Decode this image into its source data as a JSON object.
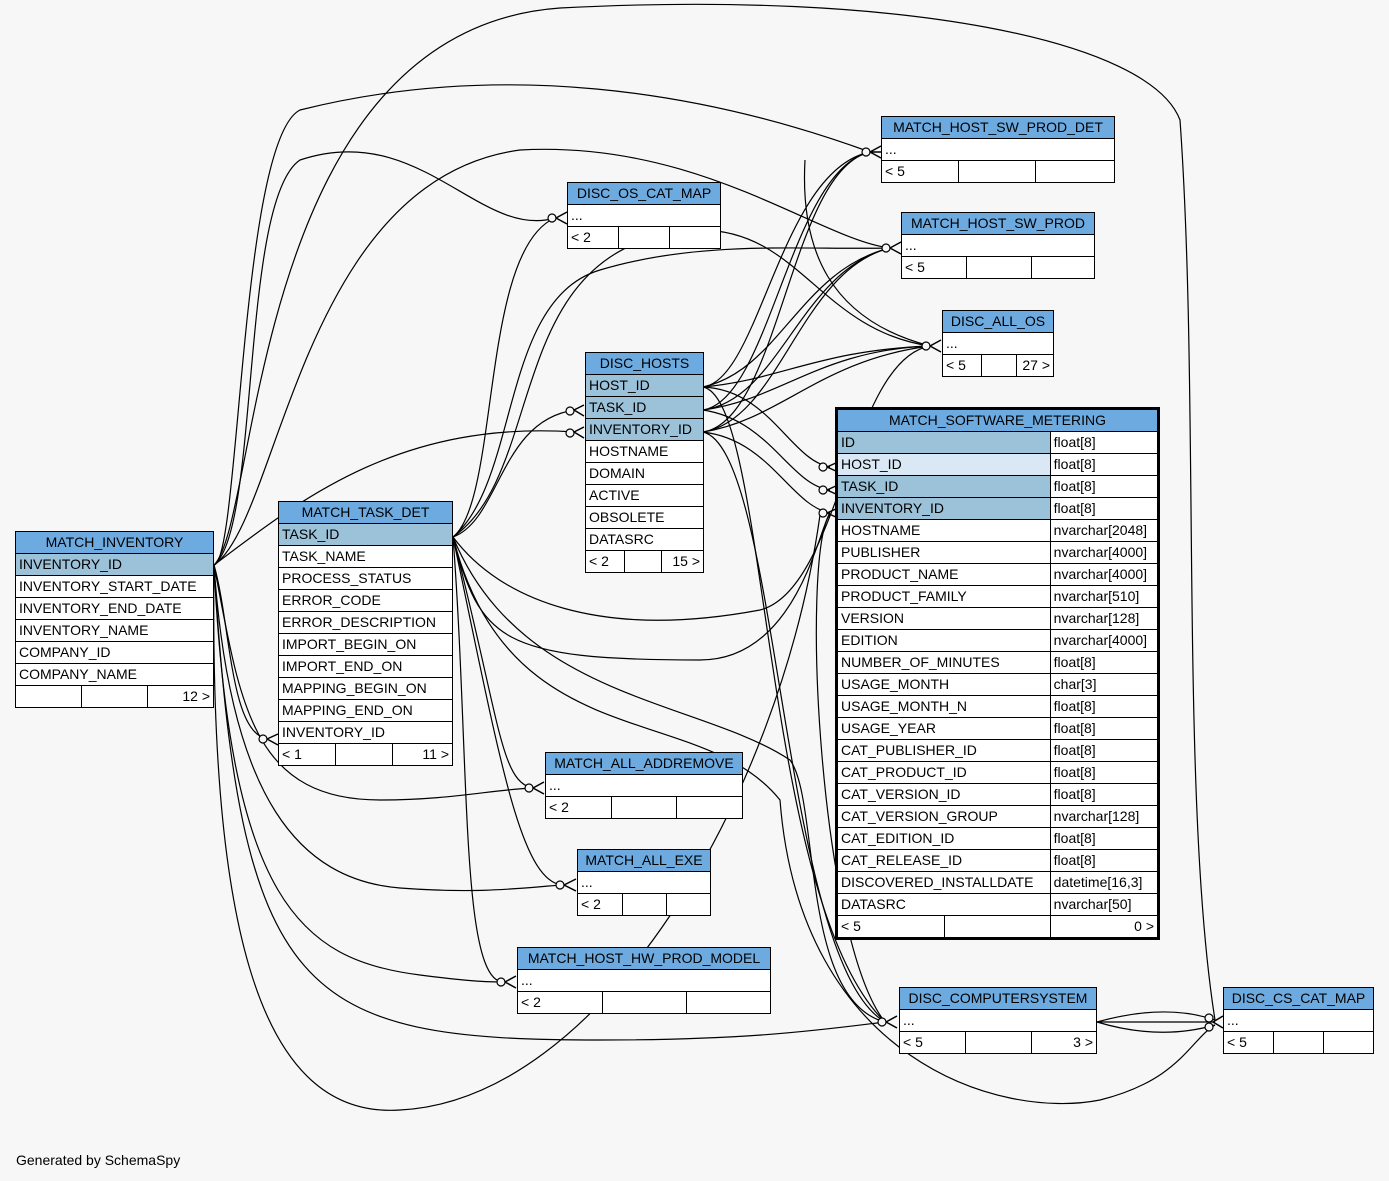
{
  "footer": "Generated by SchemaSpy",
  "tables": {
    "match_host_sw_prod_det": {
      "name": "MATCH_HOST_SW_PROD_DET",
      "ellipsis": "...",
      "parents": "< 5",
      "children": ""
    },
    "disc_os_cat_map": {
      "name": "DISC_OS_CAT_MAP",
      "ellipsis": "...",
      "parents": "< 2",
      "children": ""
    },
    "match_host_sw_prod": {
      "name": "MATCH_HOST_SW_PROD",
      "ellipsis": "...",
      "parents": "< 5",
      "children": ""
    },
    "disc_all_os": {
      "name": "DISC_ALL_OS",
      "ellipsis": "...",
      "parents": "< 5",
      "children": "27 >"
    },
    "disc_hosts": {
      "name": "DISC_HOSTS",
      "columns": [
        "HOST_ID",
        "TASK_ID",
        "INVENTORY_ID",
        "HOSTNAME",
        "DOMAIN",
        "ACTIVE",
        "OBSOLETE",
        "DATASRC"
      ],
      "parents": "< 2",
      "children": "15 >"
    },
    "match_software_metering": {
      "name": "MATCH_SOFTWARE_METERING",
      "columns": [
        {
          "name": "ID",
          "type": "float[8]"
        },
        {
          "name": "HOST_ID",
          "type": "float[8]"
        },
        {
          "name": "TASK_ID",
          "type": "float[8]"
        },
        {
          "name": "INVENTORY_ID",
          "type": "float[8]"
        },
        {
          "name": "HOSTNAME",
          "type": "nvarchar[2048]"
        },
        {
          "name": "PUBLISHER",
          "type": "nvarchar[4000]"
        },
        {
          "name": "PRODUCT_NAME",
          "type": "nvarchar[4000]"
        },
        {
          "name": "PRODUCT_FAMILY",
          "type": "nvarchar[510]"
        },
        {
          "name": "VERSION",
          "type": "nvarchar[128]"
        },
        {
          "name": "EDITION",
          "type": "nvarchar[4000]"
        },
        {
          "name": "NUMBER_OF_MINUTES",
          "type": "float[8]"
        },
        {
          "name": "USAGE_MONTH",
          "type": "char[3]"
        },
        {
          "name": "USAGE_MONTH_N",
          "type": "float[8]"
        },
        {
          "name": "USAGE_YEAR",
          "type": "float[8]"
        },
        {
          "name": "CAT_PUBLISHER_ID",
          "type": "float[8]"
        },
        {
          "name": "CAT_PRODUCT_ID",
          "type": "float[8]"
        },
        {
          "name": "CAT_VERSION_ID",
          "type": "float[8]"
        },
        {
          "name": "CAT_VERSION_GROUP",
          "type": "nvarchar[128]"
        },
        {
          "name": "CAT_EDITION_ID",
          "type": "float[8]"
        },
        {
          "name": "CAT_RELEASE_ID",
          "type": "float[8]"
        },
        {
          "name": "DISCOVERED_INSTALLDATE",
          "type": "datetime[16,3]"
        },
        {
          "name": "DATASRC",
          "type": "nvarchar[50]"
        }
      ],
      "parents": "< 5",
      "children": "0 >"
    },
    "match_inventory": {
      "name": "MATCH_INVENTORY",
      "columns": [
        "INVENTORY_ID",
        "INVENTORY_START_DATE",
        "INVENTORY_END_DATE",
        "INVENTORY_NAME",
        "COMPANY_ID",
        "COMPANY_NAME"
      ],
      "parents": "",
      "children": "12 >"
    },
    "match_task_det": {
      "name": "MATCH_TASK_DET",
      "columns": [
        "TASK_ID",
        "TASK_NAME",
        "PROCESS_STATUS",
        "ERROR_CODE",
        "ERROR_DESCRIPTION",
        "IMPORT_BEGIN_ON",
        "IMPORT_END_ON",
        "MAPPING_BEGIN_ON",
        "MAPPING_END_ON",
        "INVENTORY_ID"
      ],
      "parents": "< 1",
      "children": "11 >"
    },
    "match_all_addremove": {
      "name": "MATCH_ALL_ADDREMOVE",
      "ellipsis": "...",
      "parents": "< 2",
      "children": ""
    },
    "match_all_exe": {
      "name": "MATCH_ALL_EXE",
      "ellipsis": "...",
      "parents": "< 2",
      "children": ""
    },
    "match_host_hw_prod_model": {
      "name": "MATCH_HOST_HW_PROD_MODEL",
      "ellipsis": "...",
      "parents": "< 2",
      "children": ""
    },
    "disc_computersystem": {
      "name": "DISC_COMPUTERSYSTEM",
      "ellipsis": "...",
      "parents": "< 5",
      "children": "3 >"
    },
    "disc_cs_cat_map": {
      "name": "DISC_CS_CAT_MAP",
      "ellipsis": "...",
      "parents": "< 5",
      "children": ""
    }
  }
}
